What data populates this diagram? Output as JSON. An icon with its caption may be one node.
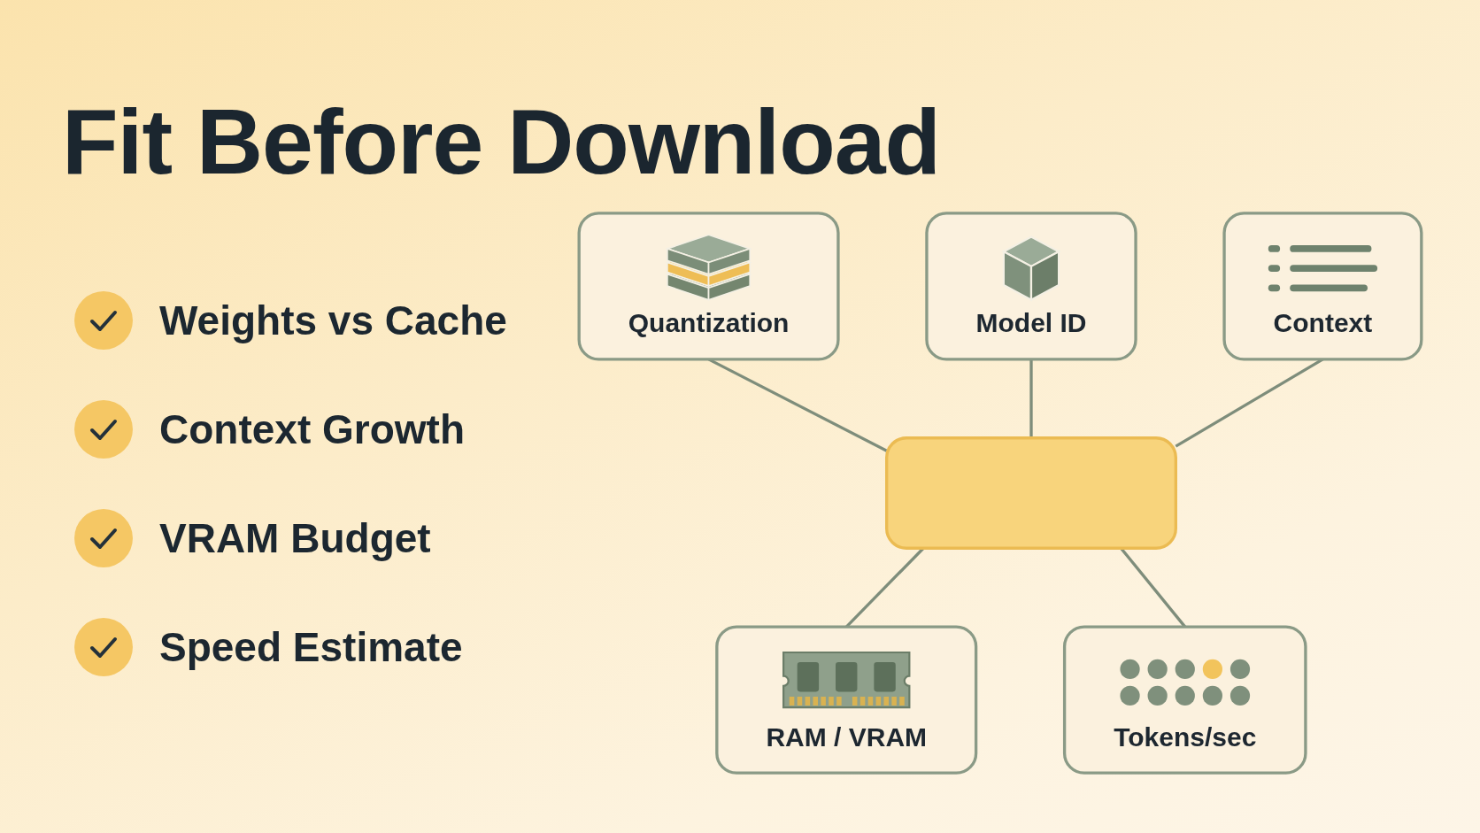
{
  "diagram": {
    "title": "Fit Before Download",
    "nodes": [
      {
        "text": [
          "Model ID"
        ]
      },
      {
        "text": [
          "Quantization"
        ]
      },
      {
        "text": [],
        "shape": "box"
      },
      {
        "text": [
          "Context"
        ]
      },
      {
        "text": [
          "RAM / VRAM"
        ]
      },
      {
        "text": [
          "Tokens/sec"
        ]
      }
    ],
    "edges": [
      {
        "from": 1,
        "to": 2,
        "arrow": "none"
      },
      {
        "from": 0,
        "to": 2,
        "arrow": "none"
      },
      {
        "from": 3,
        "to": 2,
        "arrow": "none"
      },
      {
        "from": 2,
        "to": 4,
        "arrow": "none"
      },
      {
        "from": 2,
        "to": 5,
        "arrow": "none"
      }
    ],
    "labels": [
      "Weights vs Cache",
      "Context Growth",
      "VRAM Budget",
      "Speed Estimate"
    ]
  }
}
